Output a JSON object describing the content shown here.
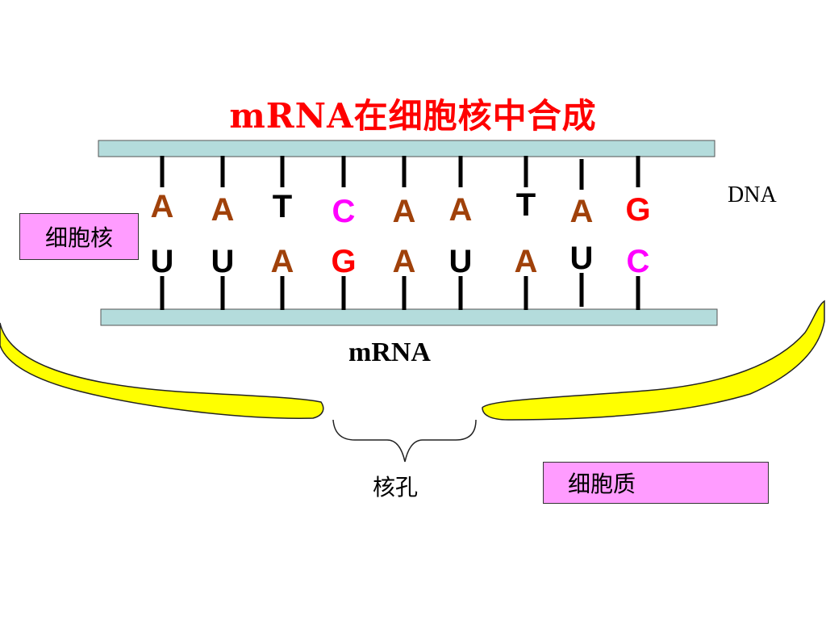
{
  "title": "mRNA在细胞核中合成",
  "labels": {
    "dna": "DNA",
    "mrna": "mRNA",
    "nuclear_pore": "核孔",
    "nucleus": "细胞核",
    "cytoplasm": "细胞质"
  },
  "dna_strand": [
    "A",
    "A",
    "T",
    "C",
    "A",
    "A",
    "T",
    "A",
    "G"
  ],
  "mrna_strand": [
    "U",
    "U",
    "A",
    "G",
    "A",
    "U",
    "A",
    "U",
    "C"
  ],
  "colors": {
    "title": "#ff0000",
    "strand_fill": "#b4dcdc",
    "membrane_fill": "#ffff00",
    "label_box_fill": "#ff9cff",
    "base_A": "#a0410a",
    "base_T": "#000000",
    "base_U": "#000000",
    "base_C": "#ff00ff",
    "base_G": "#ff0000"
  }
}
